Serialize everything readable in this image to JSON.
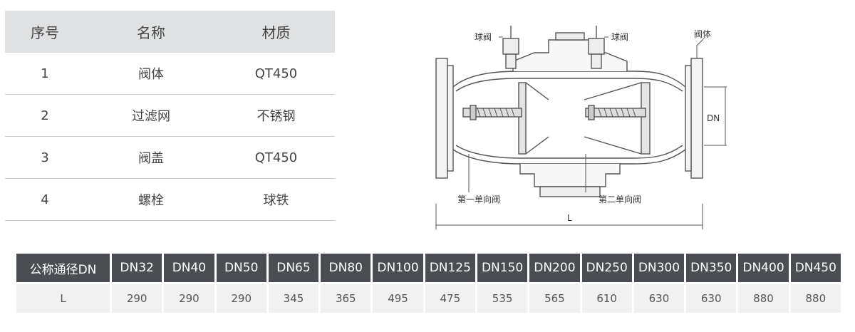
{
  "materials": {
    "headers": [
      "序号",
      "名称",
      "材质"
    ],
    "rows": [
      [
        "1",
        "阀体",
        "QT450"
      ],
      [
        "2",
        "过滤网",
        "不锈钢"
      ],
      [
        "3",
        "阀盖",
        "QT450"
      ],
      [
        "4",
        "螺栓",
        "球铁"
      ]
    ]
  },
  "diagram": {
    "label_ball_valve_left": "球阀",
    "label_ball_valve_right": "球阀",
    "label_body": "阀体",
    "label_dn": "DN",
    "label_check1": "第一单向阀",
    "label_check2": "第二单向阀",
    "label_length": "L"
  },
  "dimensions": {
    "header_label": "公称通径DN",
    "row_label": "L",
    "columns": [
      {
        "dn": "DN32",
        "l": "290"
      },
      {
        "dn": "DN40",
        "l": "290"
      },
      {
        "dn": "DN50",
        "l": "290"
      },
      {
        "dn": "DN65",
        "l": "345"
      },
      {
        "dn": "DN80",
        "l": "365"
      },
      {
        "dn": "DN100",
        "l": "495"
      },
      {
        "dn": "DN125",
        "l": "475"
      },
      {
        "dn": "DN150",
        "l": "535"
      },
      {
        "dn": "DN200",
        "l": "565"
      },
      {
        "dn": "DN250",
        "l": "610"
      },
      {
        "dn": "DN300",
        "l": "630"
      },
      {
        "dn": "DN350",
        "l": "630"
      },
      {
        "dn": "DN400",
        "l": "880"
      },
      {
        "dn": "DN450",
        "l": "880"
      }
    ]
  }
}
